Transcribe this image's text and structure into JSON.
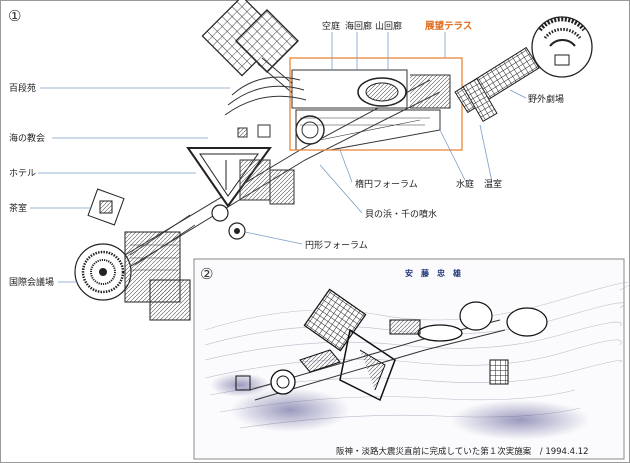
{
  "panel1": {
    "number": "①",
    "labels": {
      "hyakudanen": "百段苑",
      "umi_no_kyokai": "海の教会",
      "hotel": "ホテル",
      "chashitsu": "茶室",
      "kokusai_kaigijo": "国際会議場",
      "sora_niwa": "空庭",
      "umi_kairo": "海回廊",
      "yama_kairo": "山回廊",
      "tenbo_terrace": "展望テラス",
      "yagai_gekijo": "野外劇場",
      "seien_forum": "楕円フォーラム",
      "suitei": "水庭",
      "onshitsu": "温室",
      "kai_no_hama": "貝の浜・千の噴水",
      "enkei_forum": "円形フォーラム"
    }
  },
  "panel2": {
    "number": "②",
    "architect": "安　藤　忠　雄",
    "caption": "阪神・淡路大震災直前に完成していた第１次実施案　/ 1994.4.12"
  },
  "colors": {
    "accent": "#e06a1a",
    "highlight_box": "#e8873a",
    "ink": "#333333",
    "leader": "#7a9cc4"
  }
}
